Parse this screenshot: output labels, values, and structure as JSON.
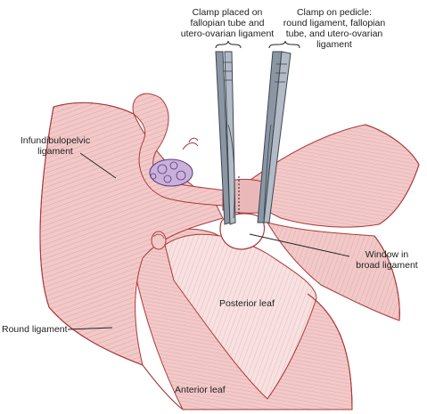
{
  "labels": {
    "clamp_tube": "Clamp placed on\nfallopian tube and\nutero-ovarian ligament",
    "clamp_pedicle": "Clamp on pedicle:\nround ligament, fallopian\ntube, and utero-ovarian\nligament",
    "infundibulopelvic": "Infundibulopelvic\nligament",
    "window": "Window in\nbroad ligament",
    "posterior": "Posterior leaf",
    "round": "Round ligament",
    "anterior": "Anterior leaf"
  },
  "colors": {
    "tissue": "#f2c9c9",
    "tissue_light": "#f8e1e1",
    "tissue_line": "#a83a3a",
    "ovary": "#c9b1dc",
    "ovary_line": "#5b3c7a",
    "instrument": "#8a96a3",
    "instrument_dark": "#3d4650",
    "leader": "#222222"
  }
}
